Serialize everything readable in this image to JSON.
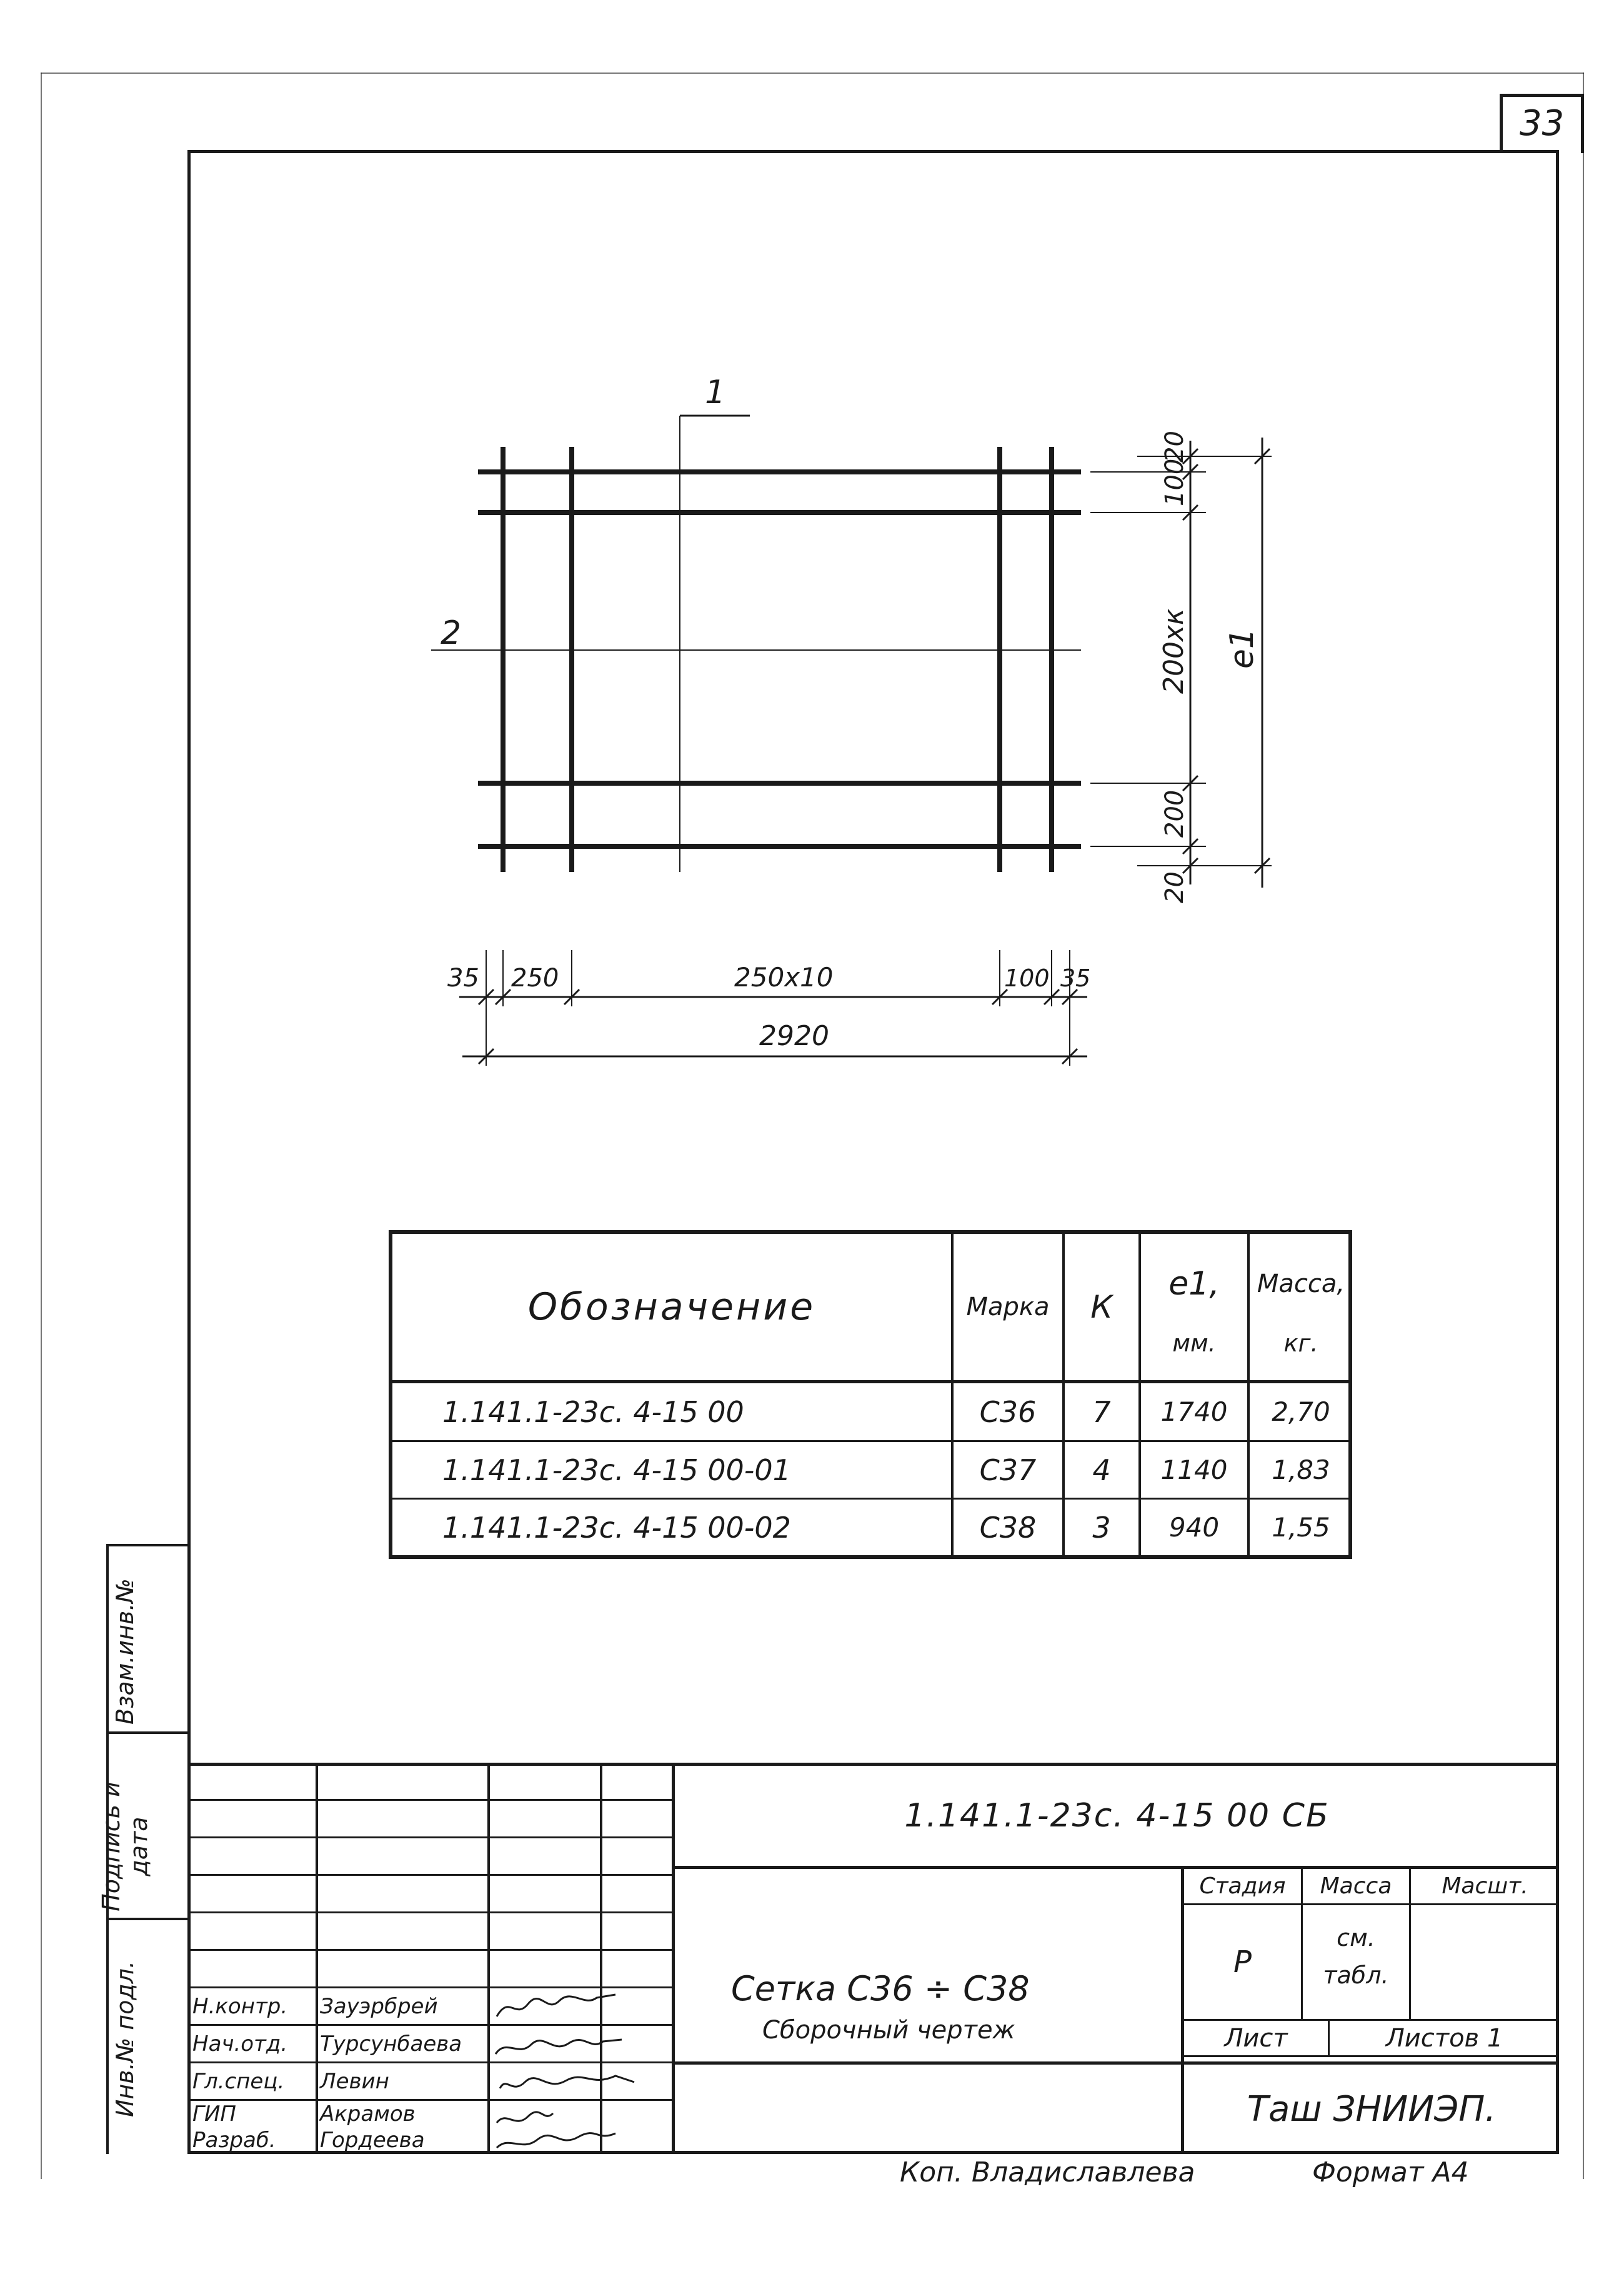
{
  "sheet_number": "33",
  "drawing": {
    "callout_1": "1",
    "callout_2": "2",
    "dims_vertical": [
      "20",
      "100",
      "200хк",
      "200",
      "20"
    ],
    "dim_e1": "e1",
    "dims_horizontal": [
      "35",
      "250",
      "250х10",
      "100",
      "35"
    ],
    "dim_total": "2920"
  },
  "spec_table": {
    "headers": {
      "designation": "Обозначение",
      "mark": "Марка",
      "k": "К",
      "e1": "e1,",
      "e1_unit": "мм.",
      "mass": "Масса,",
      "mass_unit": "кг."
    },
    "rows": [
      {
        "designation": "1.141.1-23с. 4-15 00",
        "mark": "С36",
        "k": "7",
        "e1": "1740",
        "mass": "2,70"
      },
      {
        "designation": "1.141.1-23с. 4-15 00-01",
        "mark": "С37",
        "k": "4",
        "e1": "1140",
        "mass": "1,83"
      },
      {
        "designation": "1.141.1-23с. 4-15 00-02",
        "mark": "С38",
        "k": "3",
        "e1": "940",
        "mass": "1,55"
      }
    ]
  },
  "side_stamp": {
    "inv_no_orig": "Инв.№ подл.",
    "sign_date": "Подпись и дата",
    "vzam_inv": "Взам.инв.№"
  },
  "title_block": {
    "doc_code": "1.141.1-23с. 4-15 00 СБ",
    "title_line1": "Сетка С36 ÷ С38",
    "title_line2": "Сборочный чертеж",
    "stage_label": "Стадия",
    "mass_label": "Масса",
    "scale_label": "Масшт.",
    "stage_value": "Р",
    "mass_value_1": "см.",
    "mass_value_2": "табл.",
    "sheet_label": "Лист",
    "sheets_label": "Листов 1",
    "organization": "Таш ЗНИИЭП.",
    "roles": [
      {
        "role": "Н.контр.",
        "name": "Зауэрбрей"
      },
      {
        "role": "Нач.отд.",
        "name": "Турсунбаева"
      },
      {
        "role": "Гл.спец.",
        "name": "Левин"
      },
      {
        "role": "ГИП",
        "name": "Акрамов"
      },
      {
        "role": "Разраб.",
        "name": "Гордеева"
      }
    ]
  },
  "footer": {
    "copied": "Коп. Владиславлева",
    "format": "Формат А4"
  }
}
